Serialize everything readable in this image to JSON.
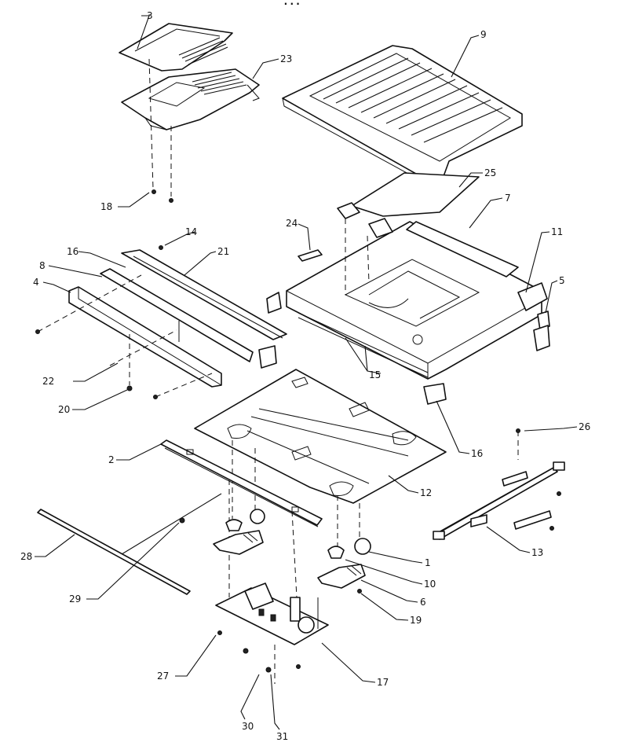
{
  "header_fragment": "...",
  "callouts": {
    "c1": "1",
    "c2": "2",
    "c3": "3",
    "c4": "4",
    "c5": "5",
    "c6": "6",
    "c7": "7",
    "c8": "8",
    "c9": "9",
    "c10": "10",
    "c11": "11",
    "c12": "12",
    "c13": "13",
    "c14": "14",
    "c15": "15",
    "c16a": "16",
    "c16b": "16",
    "c17": "17",
    "c18": "18",
    "c19": "19",
    "c20": "20",
    "c21": "21",
    "c22": "22",
    "c23": "23",
    "c24": "24",
    "c25": "25",
    "c26": "26",
    "c27": "27",
    "c28": "28",
    "c29": "29",
    "c30": "30",
    "c31": "31"
  }
}
